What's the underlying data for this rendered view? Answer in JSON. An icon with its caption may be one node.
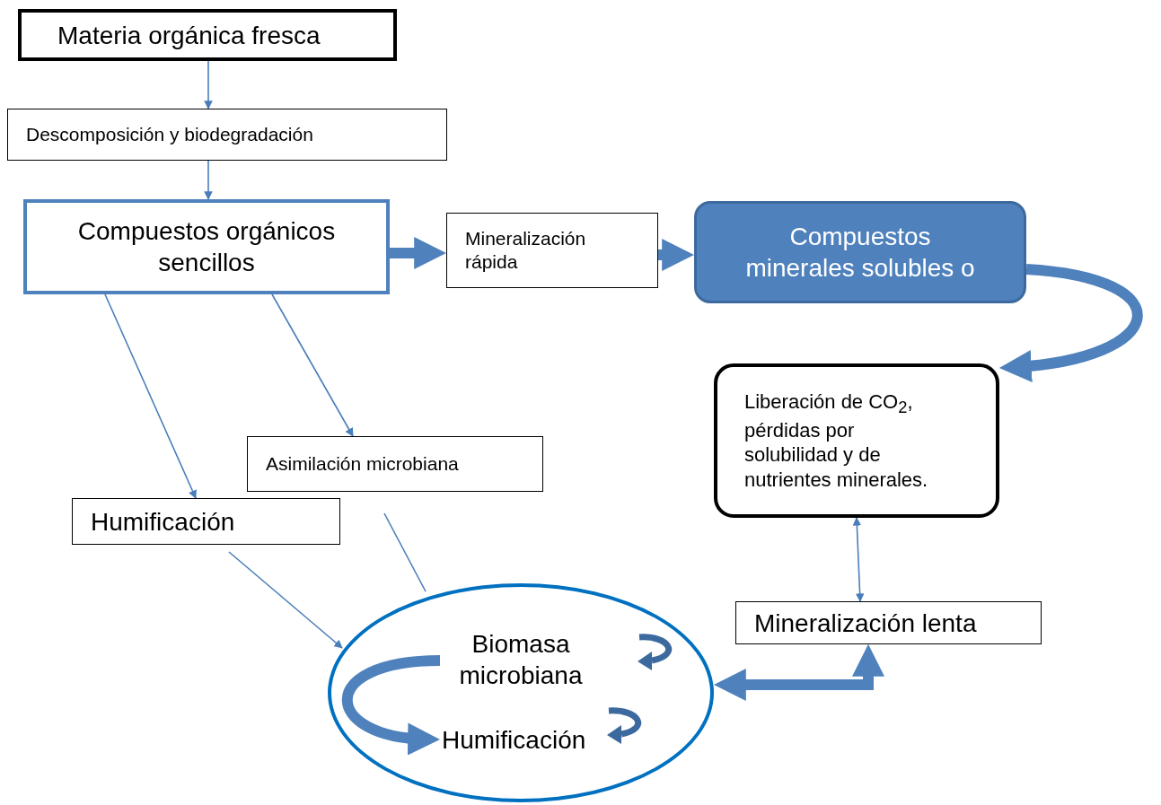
{
  "diagram": {
    "nodes": [
      {
        "text": [
          "Materia orgánica fresca"
        ]
      },
      {
        "text": [
          "Descomposición y biodegradación"
        ]
      },
      {
        "text": [
          "Compuestos orgánicos sencillos"
        ]
      },
      {
        "text": [
          "Mineralización rápida"
        ]
      },
      {
        "text": [
          "Compuestos minerales solubles o"
        ]
      },
      {
        "text": [
          "Liberación de CO$_{2}$, pérdidas por solubilidad y de nutrientes minerales."
        ]
      },
      {
        "text": [
          "Asimilación microbiana"
        ]
      },
      {
        "text": [
          "Humificación"
        ]
      },
      {
        "text": [],
        "shape": "ellipse"
      },
      {
        "text": [
          "Biomasa microbiana"
        ],
        "in": 8
      },
      {
        "text": [
          "Humificación"
        ],
        "in": 8
      },
      {
        "text": [
          "Mineralización lenta"
        ]
      }
    ],
    "edges": [
      {
        "from": 0,
        "to": 1,
        "arrow": "to"
      },
      {
        "from": 1,
        "to": 2,
        "arrow": "to"
      },
      {
        "from": 2,
        "to": 3,
        "arrow": "to",
        "style": "thick"
      },
      {
        "from": 3,
        "to": 4,
        "arrow": "to",
        "style": "thick"
      },
      {
        "from": 4,
        "to": 5,
        "arrow": "to",
        "style": "thick"
      },
      {
        "from": 2,
        "to": 7,
        "arrow": "to"
      },
      {
        "from": 2,
        "to": 6,
        "arrow": "to"
      },
      {
        "from": 7,
        "to": 8,
        "arrow": "to"
      },
      {
        "from": 6,
        "to": 8,
        "arrow": "none"
      },
      {
        "from": 11,
        "to": 5,
        "arrow": "both"
      },
      {
        "from": 11,
        "to": 8,
        "arrow": "both",
        "style": "thick"
      },
      {
        "from": 9,
        "to": 10,
        "arrow": "to",
        "style": "thick"
      }
    ]
  }
}
